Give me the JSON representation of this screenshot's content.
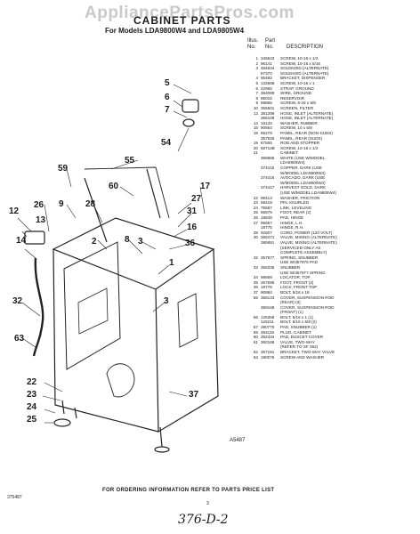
{
  "watermark": "AppliancePartsPros.com",
  "title": "CABINET PARTS",
  "subtitle": "For Models LDA9800W4 and LDA9805W4",
  "table_header": {
    "illus_line1": "Illus.",
    "illus_line2": "No.",
    "part_line1": "Part",
    "part_line2": "No.",
    "description": "DESCRIPTION"
  },
  "parts": [
    {
      "no": "1",
      "part": "345643",
      "desc": "SCREW, 10-16 x 1/2"
    },
    {
      "no": "2",
      "part": "96141",
      "desc": "SCREW, 10-16 x 5/16"
    },
    {
      "no": "3",
      "part": "484944",
      "desc": "SOLENOID (ALTERNATE)"
    },
    {
      "no": "",
      "part": "87370",
      "desc": "SOLENOID (ALTERNATE)"
    },
    {
      "no": "4",
      "part": "95492",
      "desc": "BRACKET, DISPENSER"
    },
    {
      "no": "5",
      "part": "132868",
      "desc": "SCREW, 10-16 x 1"
    },
    {
      "no": "6",
      "part": "22965",
      "desc": "STRAP, GROUND"
    },
    {
      "no": "7",
      "part": "364089",
      "desc": "WIRE, GROUND"
    },
    {
      "no": "8",
      "part": "95016",
      "desc": "RESERVOIR"
    },
    {
      "no": "9",
      "part": "98865",
      "desc": "SCREW, 8-18 x 5/8"
    },
    {
      "no": "10",
      "part": "355501",
      "desc": "SCREEN, FILTER"
    },
    {
      "no": "13",
      "part": "381399",
      "desc": "HOSE, INLET (ALTERNATE)"
    },
    {
      "no": "",
      "part": "366108",
      "desc": "HOSE, INLET (ALTERNATE)"
    },
    {
      "no": "14",
      "part": "16133",
      "desc": "WASHER, RUBBER"
    },
    {
      "no": "16",
      "part": "90664",
      "desc": "SCREW, 10 x 5/8"
    },
    {
      "no": "18",
      "part": "85279",
      "desc": "PANEL, REAR (NON-SUDS)"
    },
    {
      "no": "",
      "part": "357525",
      "desc": "PANEL, REAR (SUDS)"
    },
    {
      "no": "19",
      "part": "87506",
      "desc": "ROD AND STOPPER"
    },
    {
      "no": "20",
      "part": "68712B",
      "desc": "SCREW, 10-16 x 1/2"
    },
    {
      "no": "21",
      "part": "",
      "desc": "CABINET"
    },
    {
      "no": "",
      "part": "366966",
      "desc": "WHITE (USE W/MODEL"
    },
    {
      "no": "",
      "part": "",
      "desc": "LDA9800W4)"
    },
    {
      "no": "",
      "part": "374415",
      "desc": "COPPER, DARK (USE"
    },
    {
      "no": "",
      "part": "",
      "desc": "W/MODEL LDA9800W4)"
    },
    {
      "no": "",
      "part": "374416",
      "desc": "AVOCADO, DARK (USE"
    },
    {
      "no": "",
      "part": "",
      "desc": "W/MODEL LDA9800W4)"
    },
    {
      "no": "",
      "part": "374417",
      "desc": "HARVEST GOLD, DARK"
    },
    {
      "no": "",
      "part": "",
      "desc": "(USE W/MODEL LDA9805W4)"
    },
    {
      "no": "22",
      "part": "98413",
      "desc": "WASHER, FRICTION"
    },
    {
      "no": "23",
      "part": "98419",
      "desc": "PIN, KNURLED"
    },
    {
      "no": "24",
      "part": "75587",
      "desc": "LINK, LEVELING"
    },
    {
      "no": "25",
      "part": "95879",
      "desc": "FOOT, REAR (2)"
    },
    {
      "no": "26",
      "part": "18649",
      "desc": "PAD, HINGE"
    },
    {
      "no": "27",
      "part": "95657",
      "desc": "HINGE, L.H."
    },
    {
      "no": "",
      "part": "18775",
      "desc": "HINGE, R.H."
    },
    {
      "no": "28",
      "part": "92607",
      "desc": "CORD, POWER (120 VOLT)"
    },
    {
      "no": "30",
      "part": "365471",
      "desc": "VALVE, MIXING (ALTERNATE)"
    },
    {
      "no": "",
      "part": "385991",
      "desc": "VALVE, MIXING (ALTERNATE)"
    },
    {
      "no": "",
      "part": "",
      "desc": "(SERVICED ONLY AS"
    },
    {
      "no": "",
      "part": "",
      "desc": "COMPLETE ASSEMBLY)"
    },
    {
      "no": "32",
      "part": "357977",
      "desc": "SPRING, SNUBBER"
    },
    {
      "no": "",
      "part": "",
      "desc": "USE W/357976 PAD"
    },
    {
      "no": "33",
      "part": "358336",
      "desc": "SNUBBER"
    },
    {
      "no": "",
      "part": "",
      "desc": "USE W/357977 SPRING"
    },
    {
      "no": "34",
      "part": "98669",
      "desc": "LOCATOR, TOP"
    },
    {
      "no": "35",
      "part": "367595",
      "desc": "FOOT, FRONT (2)"
    },
    {
      "no": "36",
      "part": "18776",
      "desc": "LOCK, FRONT TOP"
    },
    {
      "no": "37",
      "part": "90984",
      "desc": "BOLT, 5/16 x 18"
    },
    {
      "no": "55",
      "part": "358143",
      "desc": "COVER, SUSPENSION ROD"
    },
    {
      "no": "",
      "part": "",
      "desc": "(REAR) (3)"
    },
    {
      "no": "",
      "part": "358168",
      "desc": "COVER, SUSPENSION ROD"
    },
    {
      "no": "",
      "part": "",
      "desc": "(FRONT) (1)"
    },
    {
      "no": "56",
      "part": "126358",
      "desc": "BOLT, 5/16 x 1 (1)"
    },
    {
      "no": "",
      "part": "126211",
      "desc": "BOLT, 5/16 x 5/8 (2)"
    },
    {
      "no": "57",
      "part": "390770",
      "desc": "PAD, SNUBBER (1)"
    },
    {
      "no": "59",
      "part": "354119",
      "desc": "PLUG, CABINET"
    },
    {
      "no": "60",
      "part": "352434",
      "desc": "PAD, DUSCET COVER"
    },
    {
      "no": "61",
      "part": "360168",
      "desc": "VALVE, TWO-WAY"
    },
    {
      "no": "",
      "part": "",
      "desc": "(REFER TO SF 362)"
    },
    {
      "no": "62",
      "part": "357191",
      "desc": "BRACKET, TWO-WAY VALVE"
    },
    {
      "no": "63",
      "part": "190076",
      "desc": "SCREW AND WASHER"
    }
  ],
  "drawing_code": "A5487",
  "footer": "FOR ORDERING INFORMATION REFER TO PARTS PRICE LIST",
  "ref_left": "375487",
  "page_number": "3",
  "handwritten": "376-D-2",
  "callouts": [
    "5",
    "6",
    "7",
    "54",
    "55",
    "59",
    "60",
    "12",
    "26",
    "13",
    "14",
    "9",
    "28",
    "27",
    "31",
    "16",
    "36",
    "17",
    "8",
    "2",
    "3",
    "1",
    "32",
    "3",
    "63",
    "22",
    "23",
    "24",
    "25",
    "37"
  ]
}
